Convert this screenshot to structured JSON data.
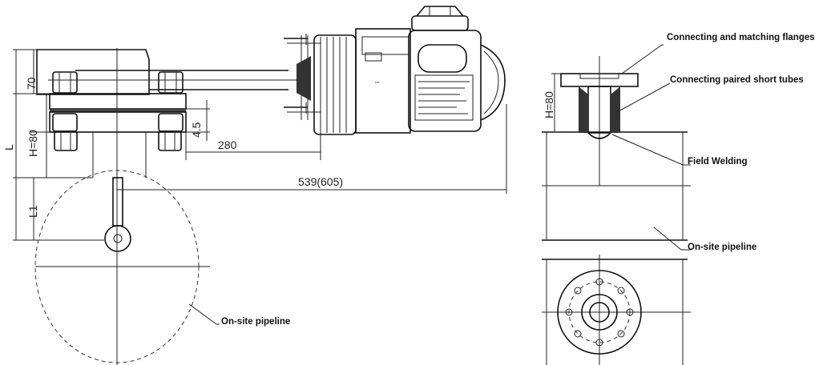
{
  "dimensions": {
    "d70": "70",
    "h80_left": "H=80",
    "l_total": "L",
    "l1": "L1",
    "d4_5": "4.5",
    "d280": "280",
    "d539": "539(605)",
    "h80_right": "H=80"
  },
  "labels": {
    "connecting_flanges": "Connecting and matching flanges",
    "paired_tubes": "Connecting paired short tubes",
    "field_welding": "Field Welding",
    "pipeline_right": "On-site pipeline",
    "pipeline_left": "On-site pipeline"
  }
}
